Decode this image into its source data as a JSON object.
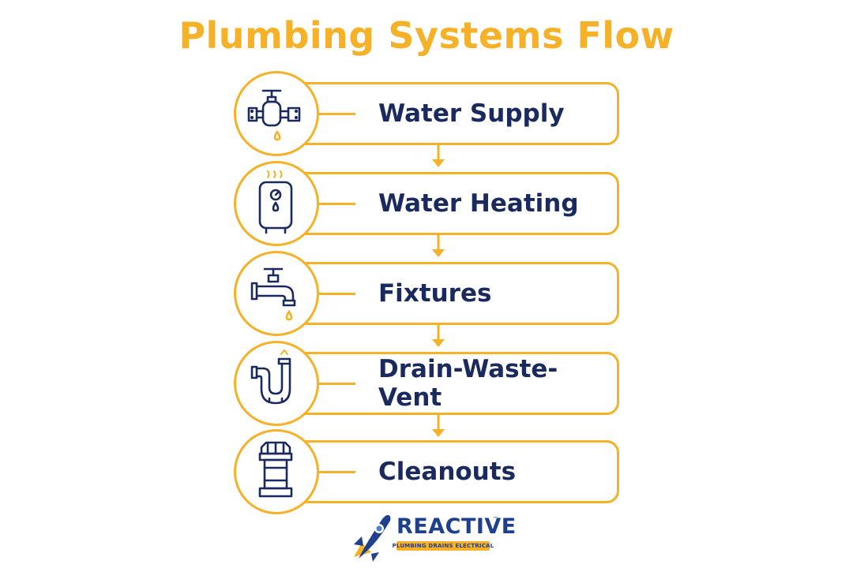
{
  "title": "Plumbing Systems Flow",
  "colors": {
    "accent": "#f5b127",
    "text": "#1b2a5e",
    "brand": "#1f3f8f"
  },
  "steps": [
    {
      "label": "Water Supply",
      "icon": "water-valve-icon"
    },
    {
      "label": "Water Heating",
      "icon": "water-heater-icon"
    },
    {
      "label": "Fixtures",
      "icon": "faucet-icon"
    },
    {
      "label": "Drain-Waste-Vent",
      "icon": "p-trap-icon"
    },
    {
      "label": "Cleanouts",
      "icon": "cleanout-plug-icon"
    }
  ],
  "logo": {
    "name": "REACTIVE",
    "trademark": "™",
    "tagline": "PLUMBING  DRAINS  ELECTRICAL"
  }
}
